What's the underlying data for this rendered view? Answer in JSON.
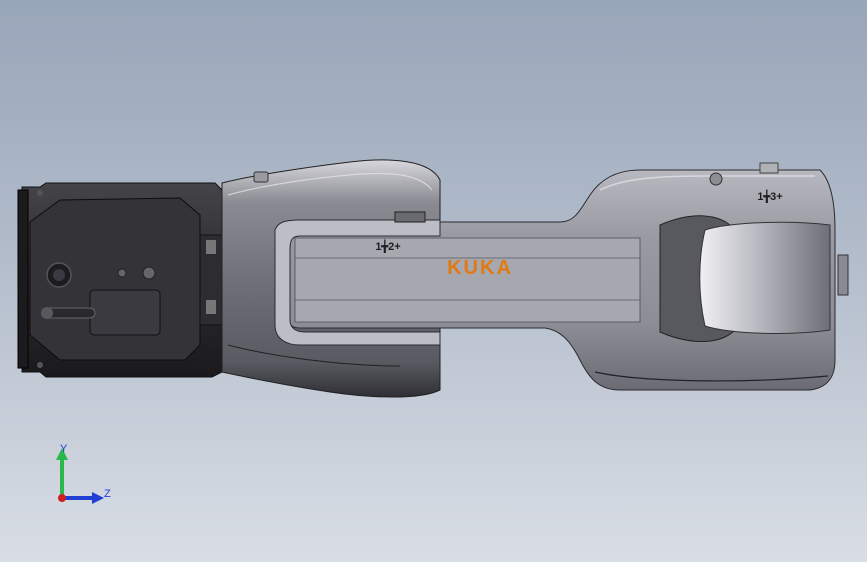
{
  "model": {
    "brand_logo": "KUKA",
    "axis_marks": {
      "axis_2": "1╈2+",
      "axis_3": "1╈3+"
    },
    "colors": {
      "background_top": "#98a6b9",
      "background_bottom": "#d9dee5",
      "arm_body": "#77777f",
      "arm_highlight": "#c9c9d0",
      "base_dark": "#2b2b2f",
      "logo": "#e07a12"
    }
  },
  "triad": {
    "y_label": "Y",
    "z_label": "Z",
    "colors": {
      "y_axis": "#2bb84a",
      "z_axis": "#1f3fd6",
      "x_origin": "#d01f1f"
    }
  }
}
